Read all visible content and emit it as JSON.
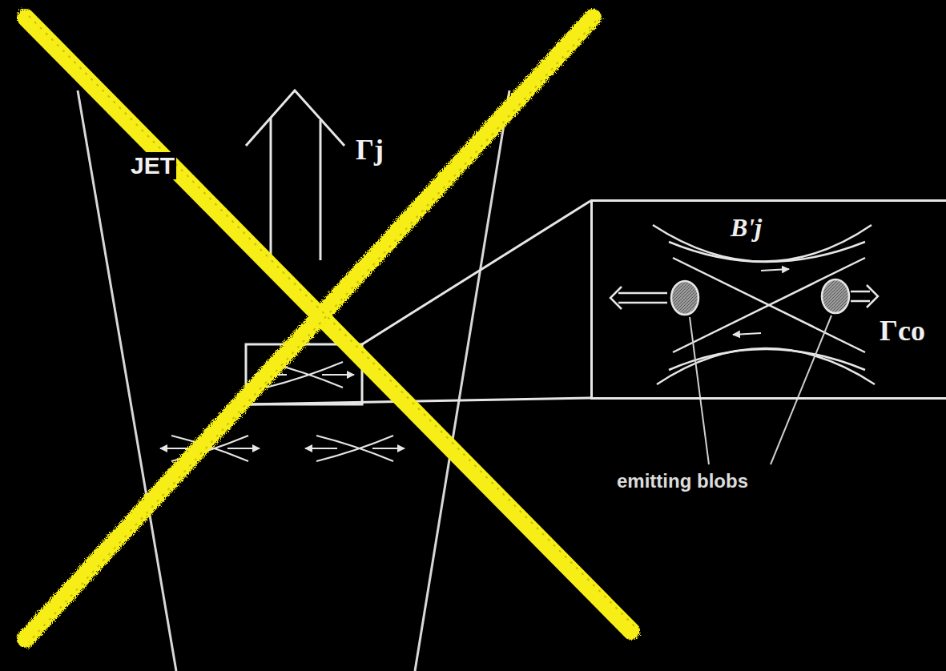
{
  "diagram": {
    "nodes": [
      {
        "text": [
          "B'j",
          "Γco"
        ]
      }
    ],
    "labels": [
      "JET",
      "Γj",
      "emitting blobs"
    ]
  }
}
